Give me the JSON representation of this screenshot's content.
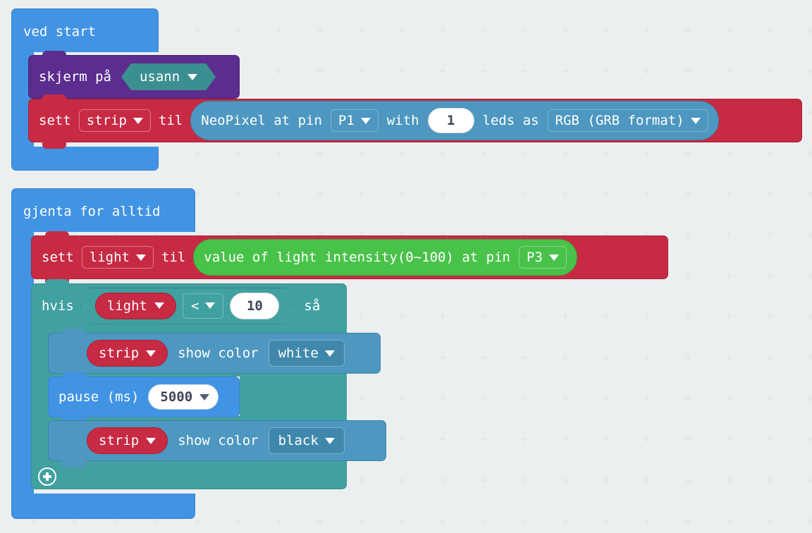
{
  "workspace": {
    "background_color": "#eceff0",
    "grid_dot_color": "#dfe3e4"
  },
  "palette": {
    "event_blue": "#4193e4",
    "loops_blue": "#4193e4",
    "basic_purple": "#5b2d8e",
    "variables_red": "#c72a43",
    "neopixel_blue": "#4d97c0",
    "sensor_green": "#49c24a",
    "logic_teal": "#41a0a0",
    "boolean_teal": "#3b8f90",
    "number_white": "#ffffff"
  },
  "scripts": [
    {
      "id": "on-start-script",
      "hat": {
        "label": "ved start"
      },
      "blocks": [
        {
          "id": "screen-on-block",
          "category": "basic",
          "label": "skjerm på",
          "boolean_field": {
            "value": "usann",
            "icon": "chevron-down-icon"
          }
        },
        {
          "id": "set-strip-block",
          "category": "variables",
          "set_label": "sett",
          "variable": {
            "value": "strip",
            "icon": "chevron-down-icon"
          },
          "to_label": "til",
          "value_block": {
            "id": "neopixel-create-block",
            "text_1": "NeoPixel at pin",
            "pin": {
              "value": "P1",
              "icon": "chevron-down-icon"
            },
            "text_2": "with",
            "leds": "1",
            "text_3": "leds as",
            "mode": {
              "value": "RGB (GRB format)",
              "icon": "chevron-down-icon"
            }
          }
        }
      ]
    },
    {
      "id": "forever-script",
      "hat": {
        "label": "gjenta for alltid"
      },
      "blocks": [
        {
          "id": "set-light-block",
          "category": "variables",
          "set_label": "sett",
          "variable": {
            "value": "light",
            "icon": "chevron-down-icon"
          },
          "to_label": "til",
          "value_block": {
            "id": "light-intensity-block",
            "text_1": "value of light intensity(0~100) at pin",
            "pin": {
              "value": "P3",
              "icon": "chevron-down-icon"
            }
          }
        },
        {
          "id": "if-block",
          "category": "logic",
          "if_label": "hvis",
          "then_label": "så",
          "condition": {
            "left_variable": {
              "value": "light",
              "icon": "chevron-down-icon"
            },
            "operator": {
              "value": "<",
              "icon": "chevron-down-icon"
            },
            "right_number": "10"
          },
          "add_branch_button": {
            "icon": "plus-circle-icon"
          },
          "body": [
            {
              "id": "strip-show-color-white",
              "category": "neopixel",
              "variable": {
                "value": "strip",
                "icon": "chevron-down-icon"
              },
              "text": "show color",
              "color": {
                "value": "white",
                "icon": "chevron-down-icon"
              }
            },
            {
              "id": "pause-block",
              "category": "basic",
              "text": "pause (ms)",
              "duration": {
                "value": "5000",
                "icon": "chevron-down-icon"
              }
            },
            {
              "id": "strip-show-color-black",
              "category": "neopixel",
              "variable": {
                "value": "strip",
                "icon": "chevron-down-icon"
              },
              "text": "show color",
              "color": {
                "value": "black",
                "icon": "chevron-down-icon"
              }
            }
          ]
        }
      ]
    }
  ]
}
